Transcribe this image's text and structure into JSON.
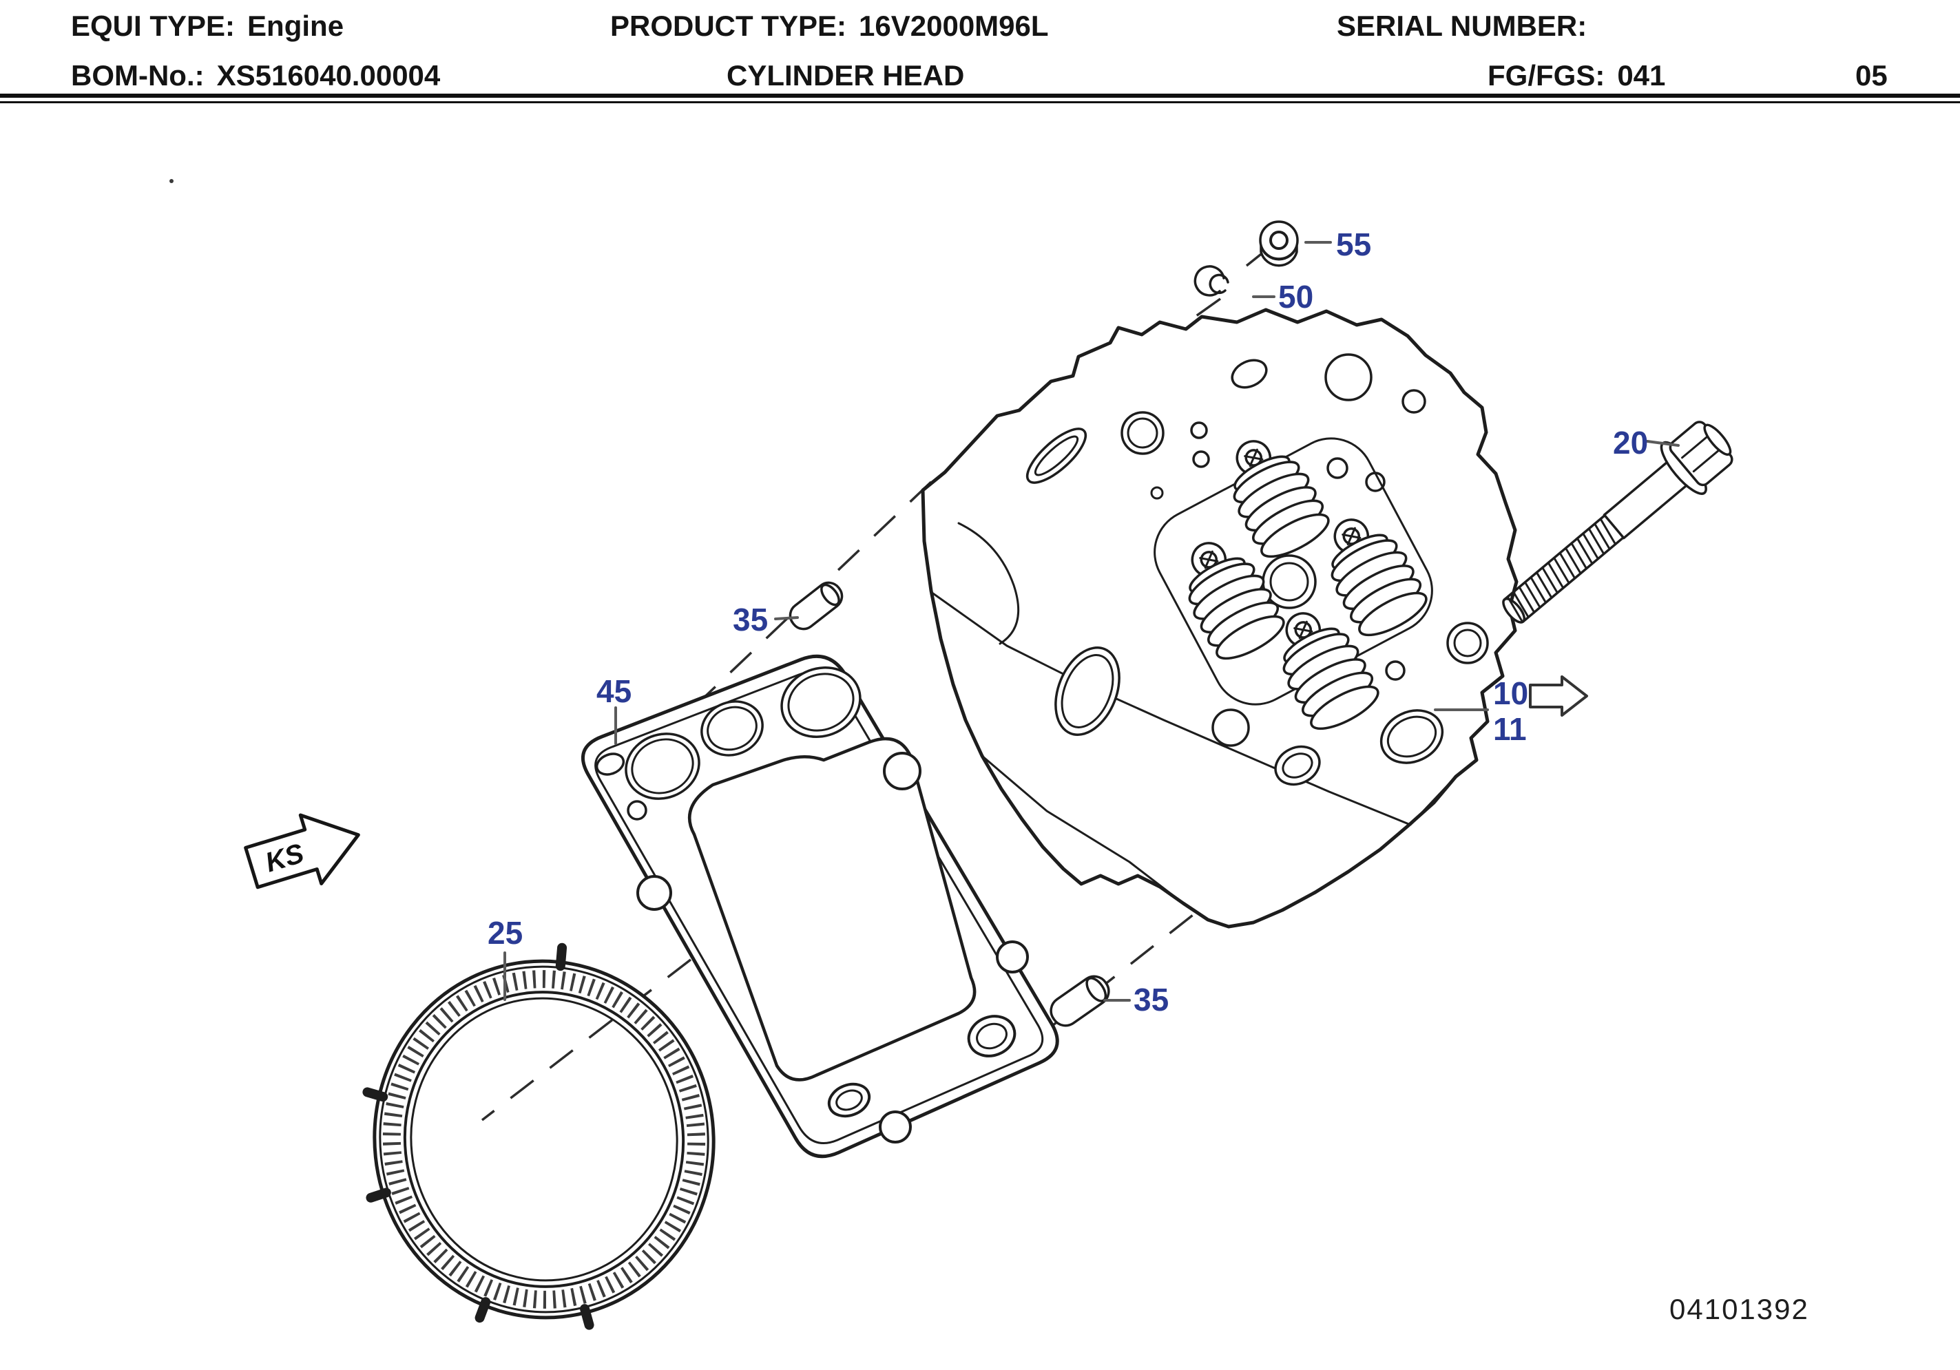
{
  "header": {
    "equi_type_label": "EQUI TYPE:",
    "equi_type_value": "Engine",
    "product_type_label": "PRODUCT TYPE:",
    "product_type_value": "16V2000M96L",
    "serial_number_label": "SERIAL NUMBER:",
    "bom_label": "BOM-No.:",
    "bom_value": "XS516040.00004",
    "sheet_title": "CYLINDER HEAD",
    "fg_fgs_label": "FG/FGS:",
    "fg_fgs_value": "041",
    "page_code": "05"
  },
  "diagram": {
    "figure_number": "04101392",
    "direction_marker": "KS",
    "callouts": {
      "c55": "55",
      "c50": "50",
      "c20": "20",
      "c35_top": "35",
      "c45": "45",
      "c10": "10",
      "c11": "11",
      "c35_bottom": "35",
      "c25": "25"
    },
    "colors": {
      "callout_blue": "#2a3b94",
      "line_black": "#1d1d1d"
    }
  }
}
